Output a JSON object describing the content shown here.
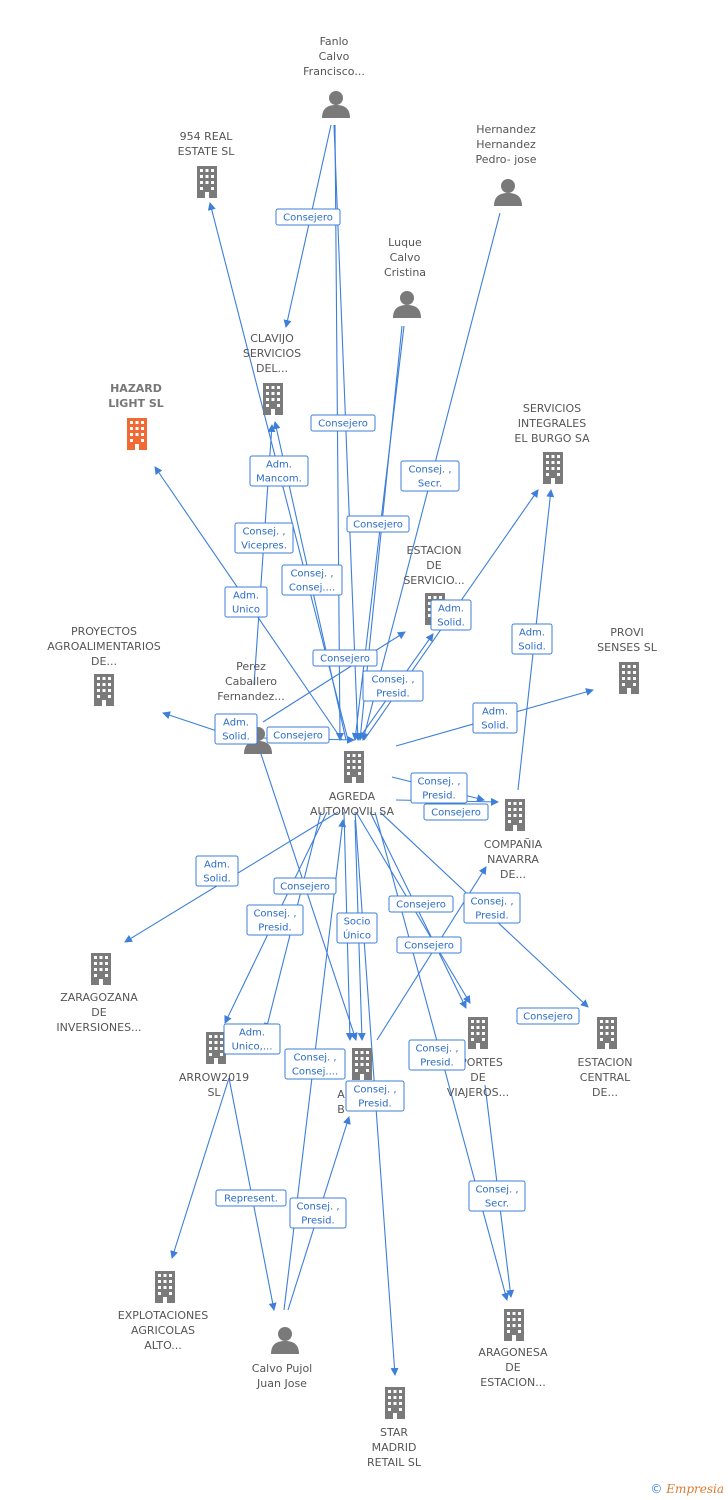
{
  "colors": {
    "edge": "#3d7fd9",
    "building": "#7a7a7a",
    "highlight": "#f26a33",
    "person": "#7a7a7a"
  },
  "nodes": [
    {
      "id": "fanlo",
      "type": "person",
      "lines": [
        "Fanlo",
        "Calvo",
        "Francisco..."
      ]
    },
    {
      "id": "real954",
      "type": "company",
      "lines": [
        "954 REAL",
        "ESTATE  SL"
      ]
    },
    {
      "id": "hernandez",
      "type": "person",
      "lines": [
        "Hernandez",
        "Hernandez",
        "Pedro- jose"
      ]
    },
    {
      "id": "luque",
      "type": "person",
      "lines": [
        "Luque",
        "Calvo",
        "Cristina"
      ]
    },
    {
      "id": "clavijo",
      "type": "company",
      "lines": [
        "CLAVIJO",
        "SERVICIOS",
        "DEL..."
      ]
    },
    {
      "id": "hazard",
      "type": "company",
      "highlight": true,
      "lines": [
        "HAZARD",
        "LIGHT  SL"
      ]
    },
    {
      "id": "servicios",
      "type": "company",
      "lines": [
        "SERVICIOS",
        "INTEGRALES",
        "EL BURGO SA"
      ]
    },
    {
      "id": "estacion_serv",
      "type": "company",
      "lines": [
        "ESTACION",
        "DE",
        "SERVICIO..."
      ]
    },
    {
      "id": "proyectos",
      "type": "company",
      "lines": [
        "PROYECTOS",
        "AGROALIMENTARIOS",
        "DE..."
      ]
    },
    {
      "id": "provi",
      "type": "company",
      "lines": [
        "PROVI",
        "SENSES  SL"
      ]
    },
    {
      "id": "perez",
      "type": "person",
      "lines": [
        "Perez",
        "Caballero",
        "Fernandez..."
      ]
    },
    {
      "id": "agreda",
      "type": "company",
      "lines": [
        "AGREDA",
        "AUTOMOVIL SA"
      ]
    },
    {
      "id": "compania",
      "type": "company",
      "lines": [
        "COMPAÑIA",
        "NAVARRA",
        "DE..."
      ]
    },
    {
      "id": "zaragozana",
      "type": "company",
      "lines": [
        "ZARAGOZANA",
        "DE",
        "INVERSIONES..."
      ]
    },
    {
      "id": "transportes",
      "type": "company",
      "lines": [
        "SPORTES",
        "DE",
        "VIAJEROS..."
      ]
    },
    {
      "id": "estacion_central",
      "type": "company",
      "lines": [
        "ESTACION",
        "CENTRAL",
        "DE..."
      ]
    },
    {
      "id": "arrow",
      "type": "company",
      "lines": [
        "ARROW2019",
        "SL"
      ]
    },
    {
      "id": "ab",
      "type": "company",
      "lines": [
        "A",
        "B"
      ]
    },
    {
      "id": "explotaciones",
      "type": "company",
      "lines": [
        "EXPLOTACIONES",
        "AGRICOLAS",
        "ALTO..."
      ]
    },
    {
      "id": "calvo",
      "type": "person",
      "lines": [
        "Calvo Pujol",
        "Juan Jose"
      ]
    },
    {
      "id": "aragonesa",
      "type": "company",
      "lines": [
        "ARAGONESA",
        "DE",
        "ESTACION..."
      ]
    },
    {
      "id": "star",
      "type": "company",
      "lines": [
        "STAR",
        "MADRID",
        "RETAIL  SL"
      ]
    }
  ],
  "edges": [
    {
      "lines": [
        "Consejero"
      ]
    },
    {
      "lines": [
        "Consejero"
      ]
    },
    {
      "lines": [
        "Consej. ,",
        "Secr."
      ]
    },
    {
      "lines": [
        "Adm.",
        "Mancom."
      ]
    },
    {
      "lines": [
        "Consejero"
      ]
    },
    {
      "lines": [
        "Consej. ,",
        "Vicepres."
      ]
    },
    {
      "lines": [
        "Consej. ,",
        "Consej...."
      ]
    },
    {
      "lines": [
        "Adm.",
        "Unico"
      ]
    },
    {
      "lines": [
        "Adm.",
        "Solid."
      ]
    },
    {
      "lines": [
        "Adm.",
        "Solid."
      ]
    },
    {
      "lines": [
        "Consejero"
      ]
    },
    {
      "lines": [
        "Consej. ,",
        "Presid."
      ]
    },
    {
      "lines": [
        "Adm.",
        "Solid."
      ]
    },
    {
      "lines": [
        "Adm.",
        "Solid."
      ]
    },
    {
      "lines": [
        "Consejero"
      ]
    },
    {
      "lines": [
        "Consej. ,",
        "Presid."
      ]
    },
    {
      "lines": [
        "Consejero"
      ]
    },
    {
      "lines": [
        "Adm.",
        "Solid."
      ]
    },
    {
      "lines": [
        "Consejero"
      ]
    },
    {
      "lines": [
        "Consej. ,",
        "Presid."
      ]
    },
    {
      "lines": [
        "Socio",
        "Único"
      ]
    },
    {
      "lines": [
        "Consejero"
      ]
    },
    {
      "lines": [
        "Consej. ,",
        "Presid."
      ]
    },
    {
      "lines": [
        "Consejero"
      ]
    },
    {
      "lines": [
        "Consejero"
      ]
    },
    {
      "lines": [
        "Adm.",
        "Unico,..."
      ]
    },
    {
      "lines": [
        "Consej. ,",
        "Consej...."
      ]
    },
    {
      "lines": [
        "Consej. ,",
        "Presid."
      ]
    },
    {
      "lines": [
        "Consej. ,",
        "Presid."
      ]
    },
    {
      "lines": [
        "Represent."
      ]
    },
    {
      "lines": [
        "Consej. ,",
        "Presid."
      ]
    },
    {
      "lines": [
        "Consej. ,",
        "Secr."
      ]
    }
  ],
  "footer": {
    "copyright": "©",
    "brand": "Empresia"
  }
}
